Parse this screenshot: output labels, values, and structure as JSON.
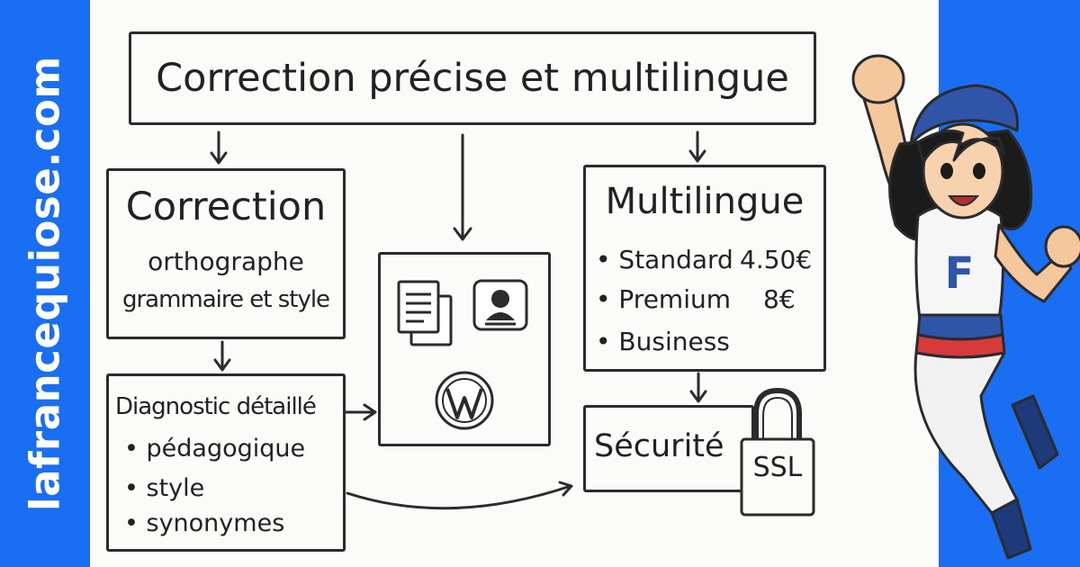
{
  "site": {
    "name": "lafrancequiose.com"
  },
  "diagram": {
    "title": "Correction précise et multilingue",
    "correction": {
      "heading": "Correction",
      "line1": "orthographe",
      "line2": "grammaire et style"
    },
    "diagnostic": {
      "heading": "Diagnostic détaillé",
      "items": [
        "• pédagogique",
        "• style",
        "• synonymes"
      ]
    },
    "multilingue": {
      "heading": "Multilingue",
      "plans": [
        {
          "name": "• Standard",
          "price": "4.50€"
        },
        {
          "name": "• Premium",
          "price": "8€"
        },
        {
          "name": "• Business",
          "price": ""
        }
      ]
    },
    "securite": {
      "label": "Sécurité",
      "badge": "SSL"
    },
    "icons": [
      "documents-icon",
      "translation-card-icon",
      "wordpress-icon",
      "padlock-icon"
    ]
  },
  "mascot": {
    "shirt_letter": "F"
  },
  "colors": {
    "band": "#1a6ef2",
    "ink": "#2b2b2b",
    "beret": "#2f55a8",
    "red": "#d63a3a"
  }
}
